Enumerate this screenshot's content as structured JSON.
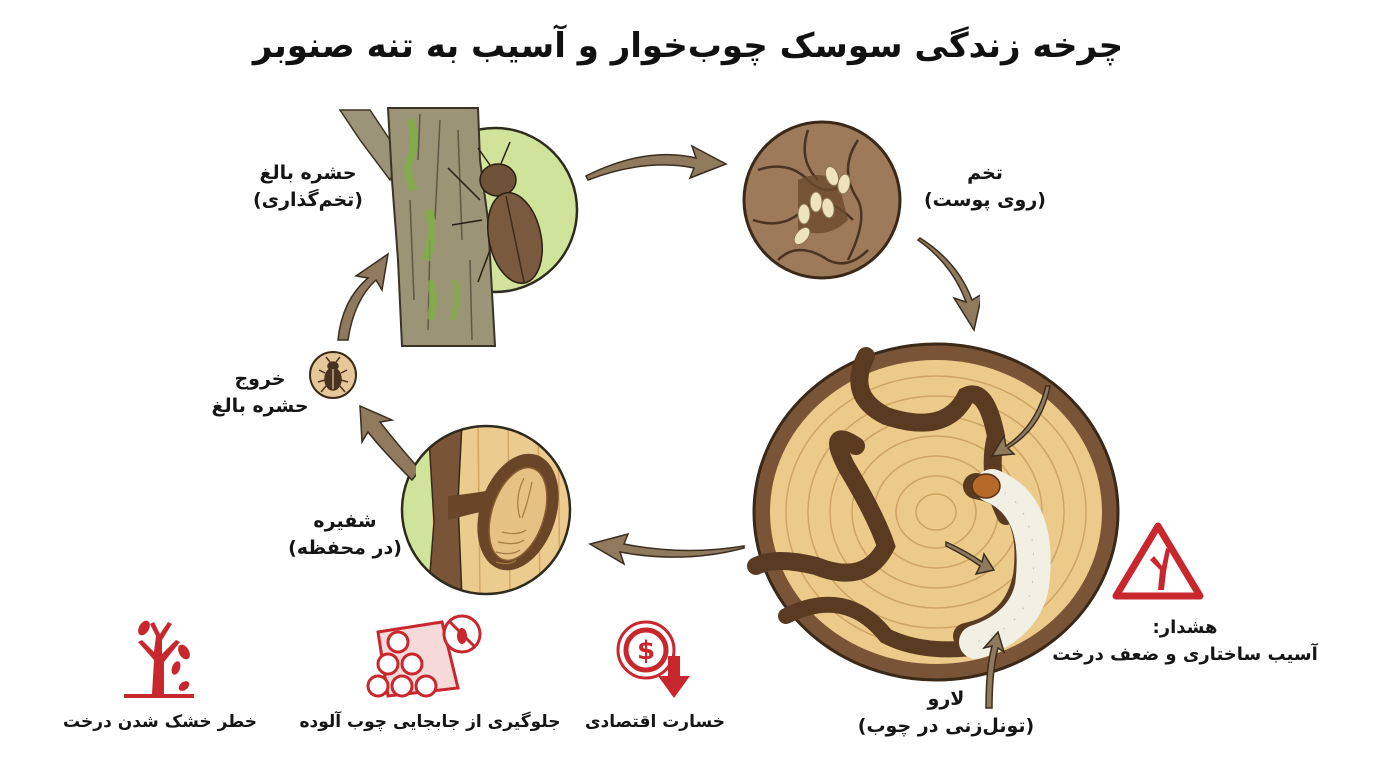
{
  "title": "چرخه زندگی سوسک چوب‌خوار و آسیب به تنه صنوبر",
  "stages": {
    "adult": {
      "line1": "حشره بالغ",
      "line2": "(تخم‌گذاری)",
      "icon": "beetle-on-trunk"
    },
    "egg": {
      "line1": "تخم",
      "line2": "(روی پوست)",
      "icon": "eggs-on-bark"
    },
    "larva": {
      "line1": "لارو",
      "line2": "(تونل‌زنی در چوب)",
      "icon": "larva-in-wood-cross-section"
    },
    "pupa": {
      "line1": "شفیره",
      "line2": "(در محفظه)",
      "icon": "pupa-in-chamber"
    },
    "emergence": {
      "line1": "خروج",
      "line2": "حشره بالغ",
      "icon": "beetle-badge"
    }
  },
  "warning": {
    "line1": "هشدار:",
    "line2": "آسیب ساختاری و ضعف درخت",
    "icon": "warning-triangle-cracked-tree"
  },
  "impacts": [
    {
      "label": "خطر خشک شدن درخت",
      "icon": "dying-tree"
    },
    {
      "label": "جلوگیری از جابجایی چوب آلوده",
      "icon": "no-beetle-logs"
    },
    {
      "label": "خسارت اقتصادی",
      "icon": "money-loss"
    }
  ],
  "colors": {
    "accent_red": "#c8282d",
    "arrow_fill": "#8f7a5e",
    "arrow_stroke": "#3b2e20",
    "bark_brown": "#7a5a3e",
    "wood_light": "#e9c88c",
    "green_disc": "#cfe39a"
  }
}
